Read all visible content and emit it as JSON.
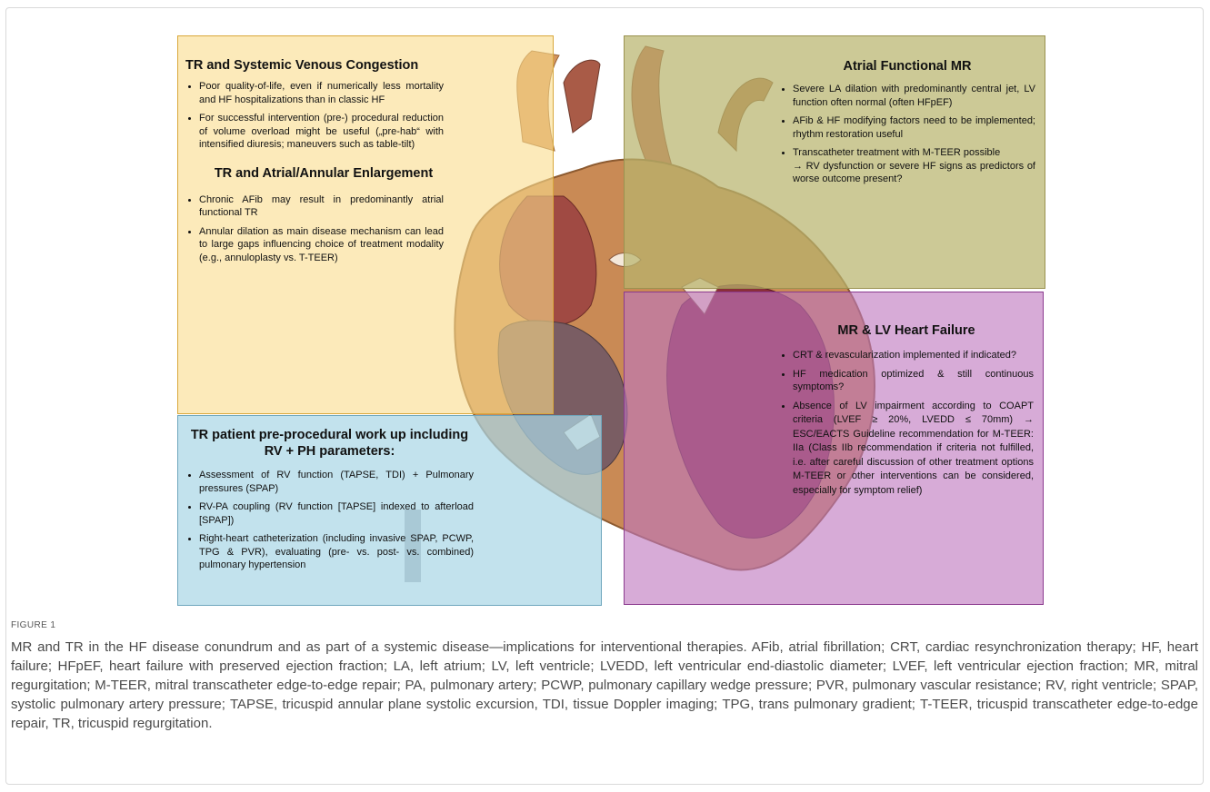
{
  "panels": {
    "systemic": {
      "title": "TR and Systemic Venous Congestion",
      "bullets": [
        "Poor quality-of-life, even if numerically less mortality and HF hospitalizations than in classic HF",
        "For successful intervention (pre-) procedural reduction of volume overload might be useful („pre-hab“ with intensified diuresis; maneuvers such as table-tilt)"
      ]
    },
    "annular": {
      "title": "TR and Atrial/Annular Enlargement",
      "bullets": [
        "Chronic AFib may result in predominantly atrial functional TR",
        "Annular dilation as main disease mechanism can lead to large gaps influencing choice of treatment modality (e.g., annuloplasty vs. T-TEER)"
      ]
    },
    "atrial_mr": {
      "title": "Atrial Functional MR",
      "bullets": [
        "Severe LA dilation with predominantly central jet, LV function often normal (often HFpEF)",
        "AFib & HF modifying factors need to be implemented; rhythm restoration useful",
        "Transcatheter treatment with M-TEER possible",
        "→ RV dysfunction or severe HF signs as predictors of worse outcome present?"
      ]
    },
    "lv_failure": {
      "title": "MR & LV Heart Failure",
      "bullets": [
        "CRT & revascularization implemented if indicated?",
        "HF medication optimized & still continuous symptoms?",
        "Absence of LV impairment according to COAPT criteria (LVEF ≥ 20%, LVEDD ≤ 70mm) → ESC/EACTS Guideline recommendation for M-TEER: IIa (Class IIb recommendation if criteria not fulfilled, i.e. after careful discussion of other treatment options M-TEER or other interventions can be considered, especially for symptom relief)"
      ]
    },
    "workup": {
      "title": "TR patient pre-procedural work up including RV + PH parameters:",
      "bullets": [
        "Assessment of RV function (TAPSE, TDI) + Pulmonary pressures (SPAP)",
        "RV-PA coupling (RV function [TAPSE] indexed to afterload [SPAP])",
        "Right-heart catheterization (including invasive SPAP, PCWP, TPG & PVR), evaluating (pre- vs. post- vs. combined) pulmonary hypertension"
      ]
    }
  },
  "caption": {
    "label": "FIGURE 1",
    "text": "MR and TR in the HF disease conundrum and as part of a systemic disease—implications for interventional therapies. AFib, atrial fibrillation; CRT, cardiac resynchronization therapy; HF, heart failure; HFpEF, heart failure with preserved ejection fraction; LA, left atrium; LV, left ventricle; LVEDD, left ventricular end-diastolic diameter; LVEF, left ventricular ejection fraction; MR, mitral regurgitation; M-TEER, mitral transcatheter edge-to-edge repair; PA, pulmonary artery; PCWP, pulmonary capillary wedge pressure; PVR, pulmonary vascular resistance; RV, right ventricle; SPAP, systolic pulmonary artery pressure; TAPSE, tricuspid annular plane systolic excursion, TDI, tissue Doppler imaging; TPG, trans pulmonary gradient; T-TEER, tricuspid transcatheter edge-to-edge repair, TR, tricuspid regurgitation."
  },
  "colors": {
    "yellow_panel": "#fadc8c",
    "olive_panel": "#b9b46e",
    "purple_panel": "#be78be",
    "blue_panel": "#aad7e6",
    "heart_outer": "#c98a55",
    "heart_dark": "#8a2e3a"
  },
  "icons": [
    "heart-illustration"
  ]
}
